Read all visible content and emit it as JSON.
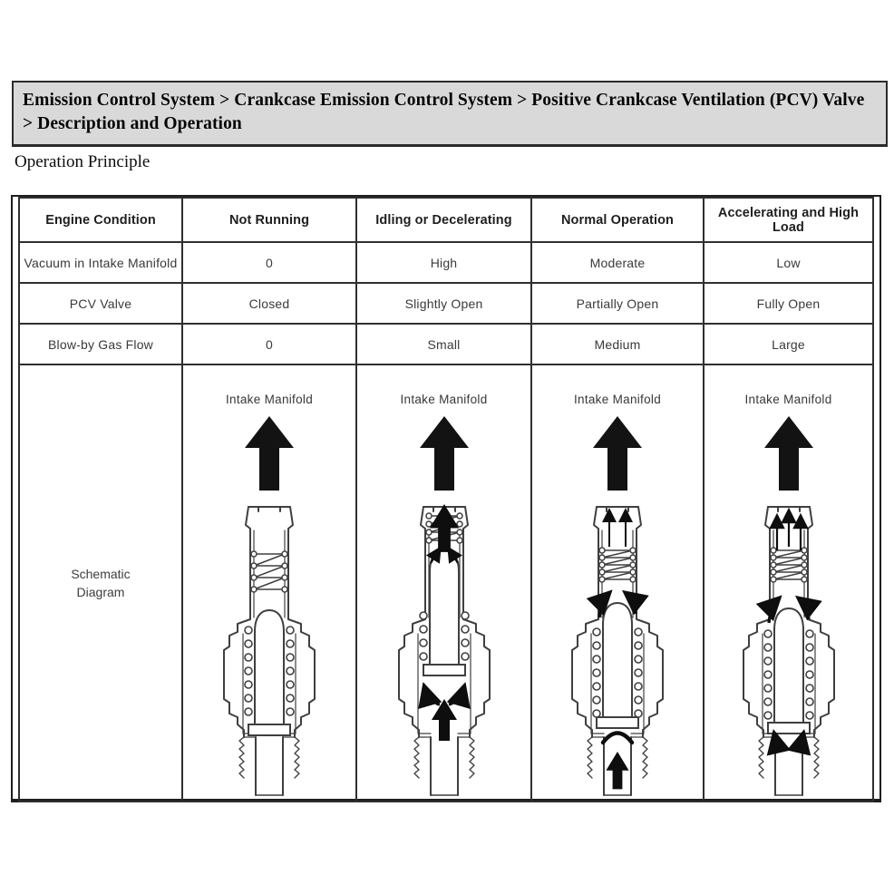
{
  "breadcrumb": {
    "text": "Emission Control System > Crankcase Emission Control System > Positive Crankcase Ventilation (PCV) Valve > Description and Operation"
  },
  "section_title": "Operation Principle",
  "table": {
    "headers": [
      "Engine Condition",
      "Not Running",
      "Idling or Decelerating",
      "Normal Operation",
      "Accelerating and High Load"
    ],
    "rows": [
      {
        "label": "Vacuum in Intake Manifold",
        "values": [
          "0",
          "High",
          "Moderate",
          "Low"
        ]
      },
      {
        "label": "PCV Valve",
        "values": [
          "Closed",
          "Slightly Open",
          "Partially Open",
          "Fully Open"
        ]
      },
      {
        "label": "Blow-by Gas Flow",
        "values": [
          "0",
          "Small",
          "Medium",
          "Large"
        ]
      }
    ],
    "schematic_row": {
      "label": "Schematic Diagram",
      "intake_label": "Intake Manifold"
    }
  },
  "colors": {
    "header_bar_bg": "#d9d9d9",
    "border": "#2f2f2f",
    "line_art": "#3f3f3f",
    "arrow_black": "#0e0e0e",
    "text": "#3a3a3a"
  }
}
